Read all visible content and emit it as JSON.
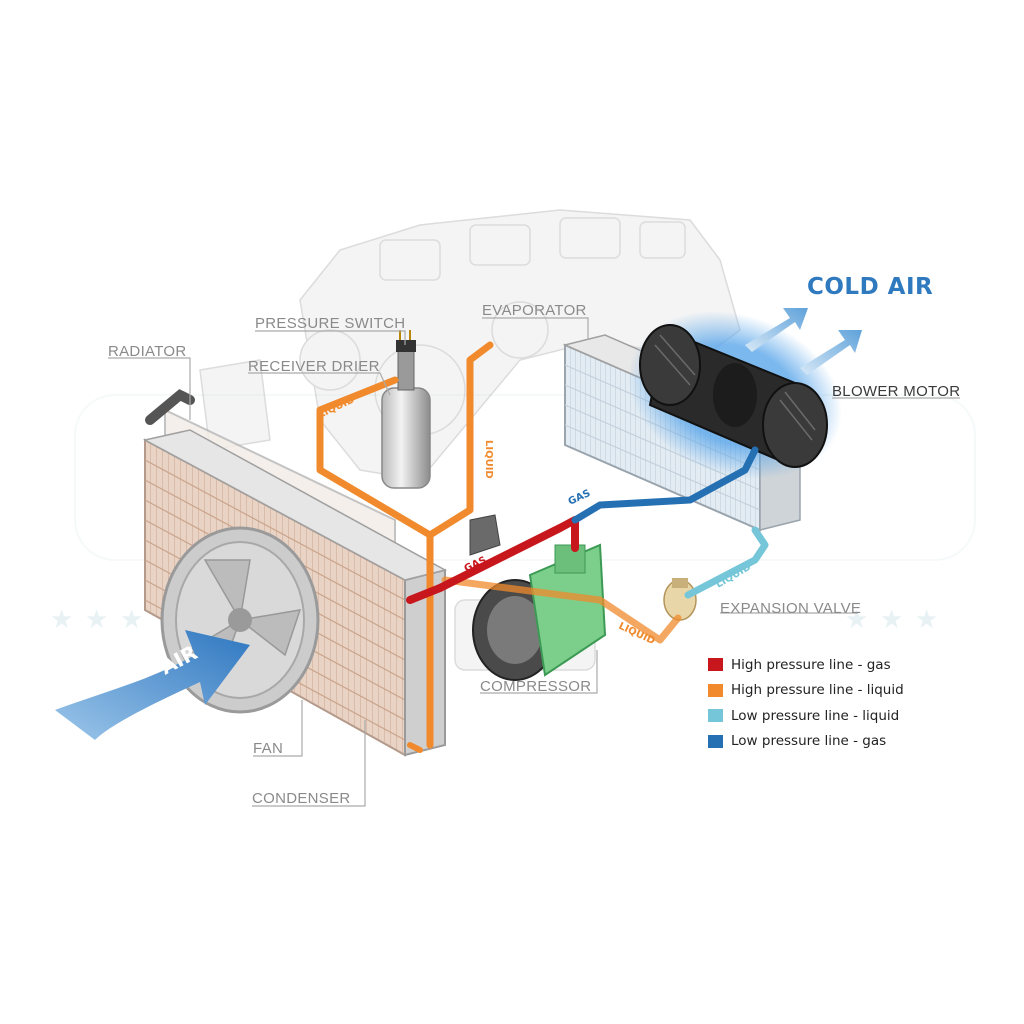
{
  "labels": {
    "radiator": "RADIATOR",
    "pressure_switch": "PRESSURE SWITCH",
    "receiver_drier": "RECEIVER DRIER",
    "evaporator": "EVAPORATOR",
    "blower_motor": "BLOWER MOTOR",
    "expansion_valve": "EXPANSION VALVE",
    "compressor": "COMPRESSOR",
    "fan": "FAN",
    "condenser": "CONDENSER",
    "cold_air": "COLD AIR",
    "air": "AIR"
  },
  "flow_labels": {
    "liquid_left": "LIQUID",
    "liquid_vertical": "LIQUID",
    "gas_red": "GAS",
    "gas_blue": "GAS",
    "liquid_lower": "LIQUID",
    "liquid_expansion": "LIQUID"
  },
  "legend": [
    {
      "label": "High pressure line - gas",
      "color": "#c8161d"
    },
    {
      "label": "High pressure line - liquid",
      "color": "#f08a2c"
    },
    {
      "label": "Low pressure line - liquid",
      "color": "#74c6d8"
    },
    {
      "label": "Low pressure line -  gas",
      "color": "#2570b3"
    }
  ],
  "colors": {
    "high_gas": "#c8161d",
    "high_liquid": "#f08a2c",
    "low_liquid": "#74c6d8",
    "low_gas": "#2570b3",
    "label_gray": "#8a8a8a",
    "cold_air_text": "#2f79bf"
  }
}
